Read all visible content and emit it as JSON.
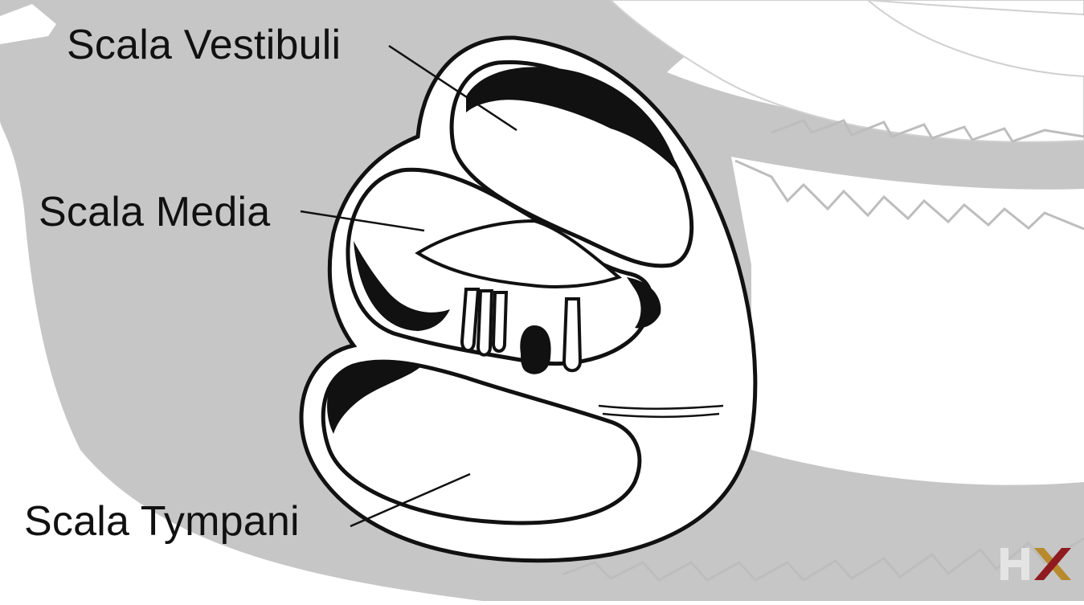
{
  "labels": {
    "scala_vestibuli": "Scala Vestibuli",
    "scala_media": "Scala Media",
    "scala_tympani": "Scala Tympani"
  },
  "logo": {
    "text": "HX",
    "colors": {
      "h": "#e4e4e4",
      "x_primary": "#8f1b20",
      "x_secondary": "#b88a2e"
    }
  },
  "colors": {
    "background": "#ffffff",
    "bone_gray": "#c6c6c6",
    "ink": "#111111"
  }
}
